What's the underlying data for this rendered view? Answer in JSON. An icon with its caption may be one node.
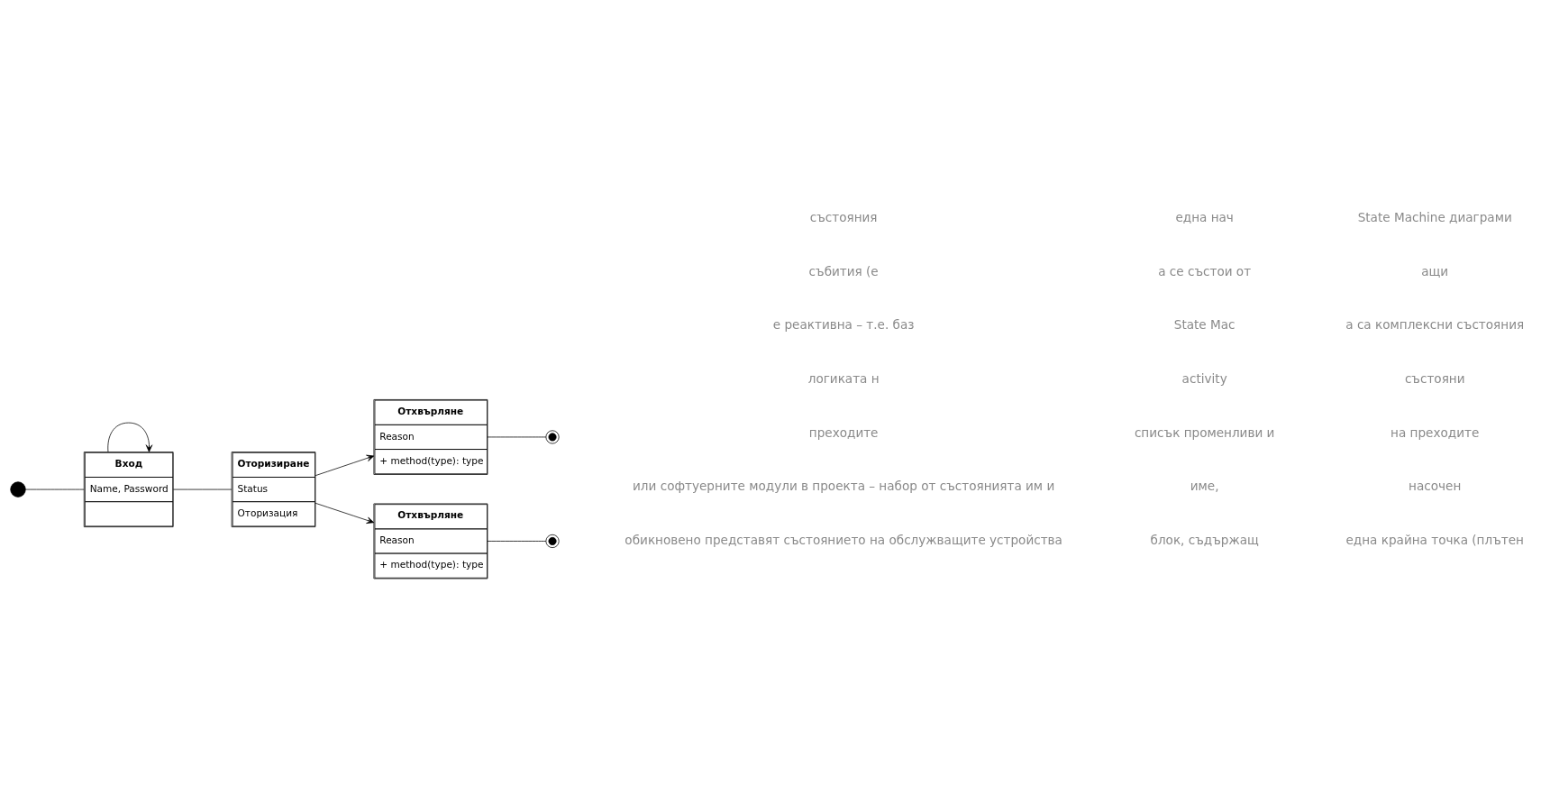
{
  "diagram": {
    "nodes": [
      {
        "text": [
          "Вход",
          "Name, Password"
        ]
      },
      {
        "text": [
          "Оторизиране",
          "Status",
          "Оторизация"
        ]
      },
      {
        "text": [
          "Отхвърляне",
          "Reason",
          "+ method(type): type"
        ]
      },
      {
        "text": [
          "Отхвърляне",
          "Reason",
          "+ method(type): type"
        ]
      },
      {
        "text": [],
        "shape": "circle"
      },
      {
        "text": [],
        "shape": "circle"
      },
      {
        "text": [],
        "shape": "circle"
      }
    ],
    "edges": [
      {
        "from": 4,
        "to": 0,
        "arrow": "none"
      },
      {
        "from": 0,
        "to": 0,
        "arrow": "to"
      },
      {
        "from": 0,
        "to": 1,
        "arrow": "none"
      },
      {
        "from": 1,
        "to": 2,
        "arrow": "to"
      },
      {
        "from": 1,
        "to": 3,
        "arrow": "to"
      },
      {
        "from": 2,
        "to": 5,
        "arrow": "none"
      },
      {
        "from": 3,
        "to": 6,
        "arrow": "none"
      }
    ],
    "labels": [
      "обикновено представят състоянието на обслужващите устройства",
      "или софтуерните модули в проекта – набор от състоянията им и",
      "преходите",
      "логиката н",
      "е реактивна – т.е. баз",
      "събития (е",
      "състояния",
      "блок, съдържащ",
      "име,",
      "списък променливи и",
      "activity",
      "State Mac",
      "а се състои от",
      "една нач",
      "една крайна точка (плътен",
      "насочен",
      "на преходите",
      "състояни",
      "а са комплексни състояния",
      "ащи",
      "State Machine диаграми"
    ]
  }
}
